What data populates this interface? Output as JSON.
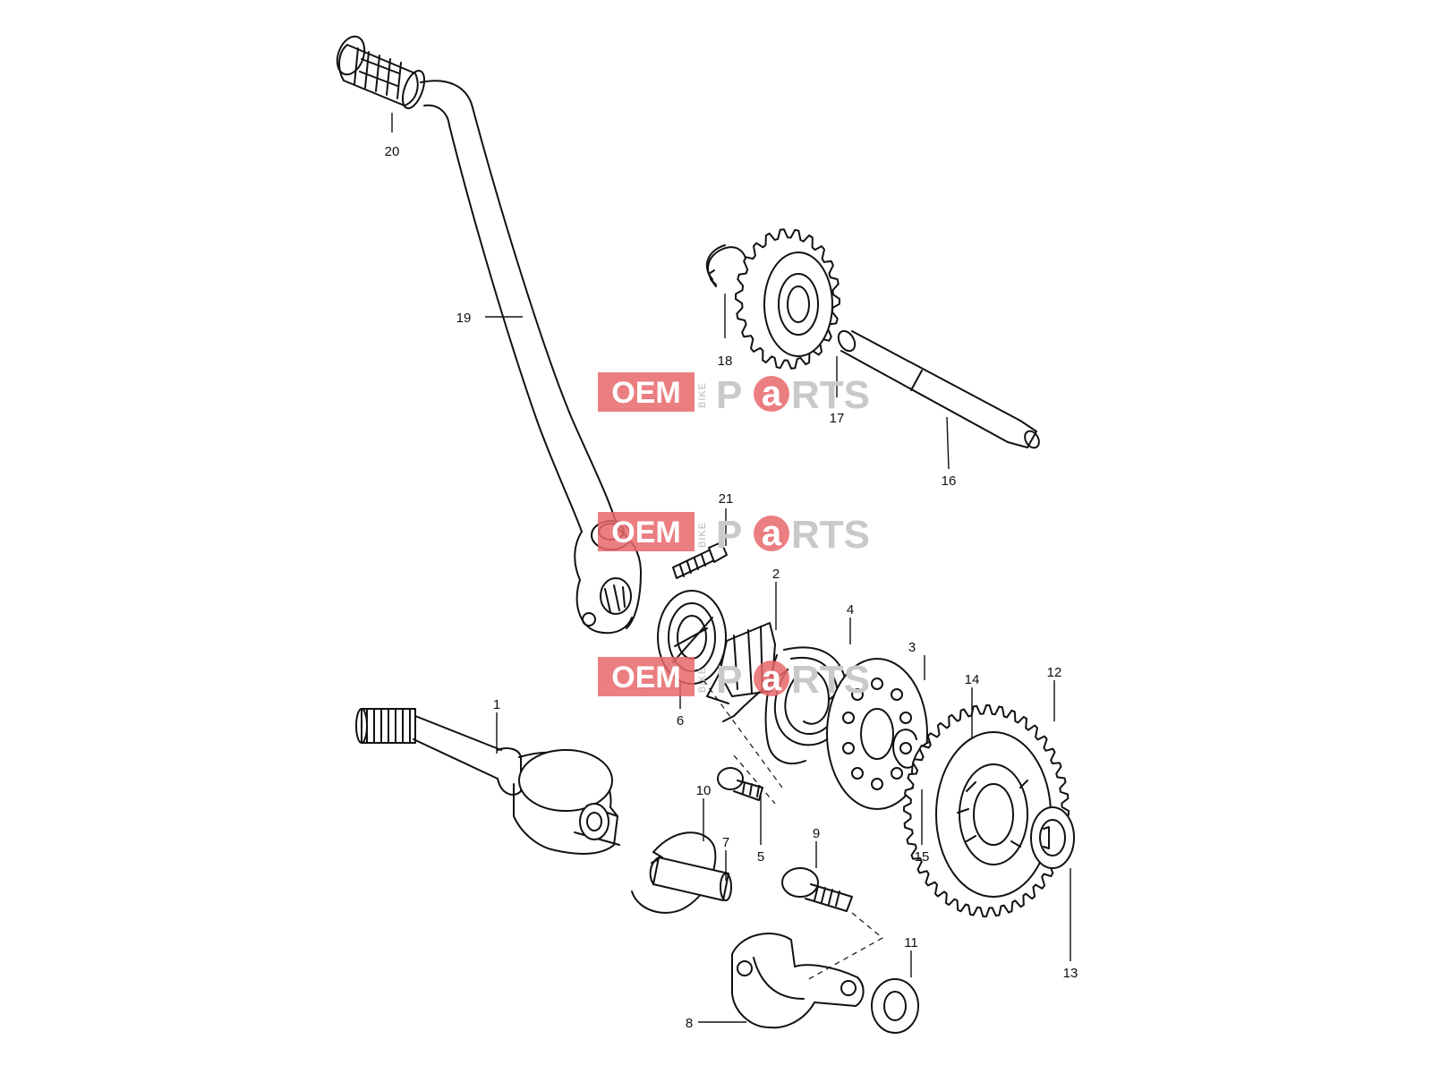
{
  "diagram": {
    "callouts": [
      {
        "id": "c1",
        "text": "1"
      },
      {
        "id": "c2",
        "text": "2"
      },
      {
        "id": "c3",
        "text": "3"
      },
      {
        "id": "c4",
        "text": "4"
      },
      {
        "id": "c5",
        "text": "5"
      },
      {
        "id": "c6",
        "text": "6"
      },
      {
        "id": "c7",
        "text": "7"
      },
      {
        "id": "c8",
        "text": "8"
      },
      {
        "id": "c9",
        "text": "9"
      },
      {
        "id": "c10",
        "text": "10"
      },
      {
        "id": "c11",
        "text": "11"
      },
      {
        "id": "c12",
        "text": "12"
      },
      {
        "id": "c13",
        "text": "13"
      },
      {
        "id": "c14",
        "text": "14"
      },
      {
        "id": "c15",
        "text": "15"
      },
      {
        "id": "c16",
        "text": "16"
      },
      {
        "id": "c17",
        "text": "17"
      },
      {
        "id": "c18",
        "text": "18"
      },
      {
        "id": "c19",
        "text": "19"
      },
      {
        "id": "c20",
        "text": "20"
      },
      {
        "id": "c21",
        "text": "21"
      }
    ]
  },
  "watermark": {
    "oem": "OEM",
    "bike": "BIKE",
    "parts_p": "P",
    "parts_a": "a",
    "parts_rest": "RTS",
    "brand_color": "#e8676b"
  }
}
